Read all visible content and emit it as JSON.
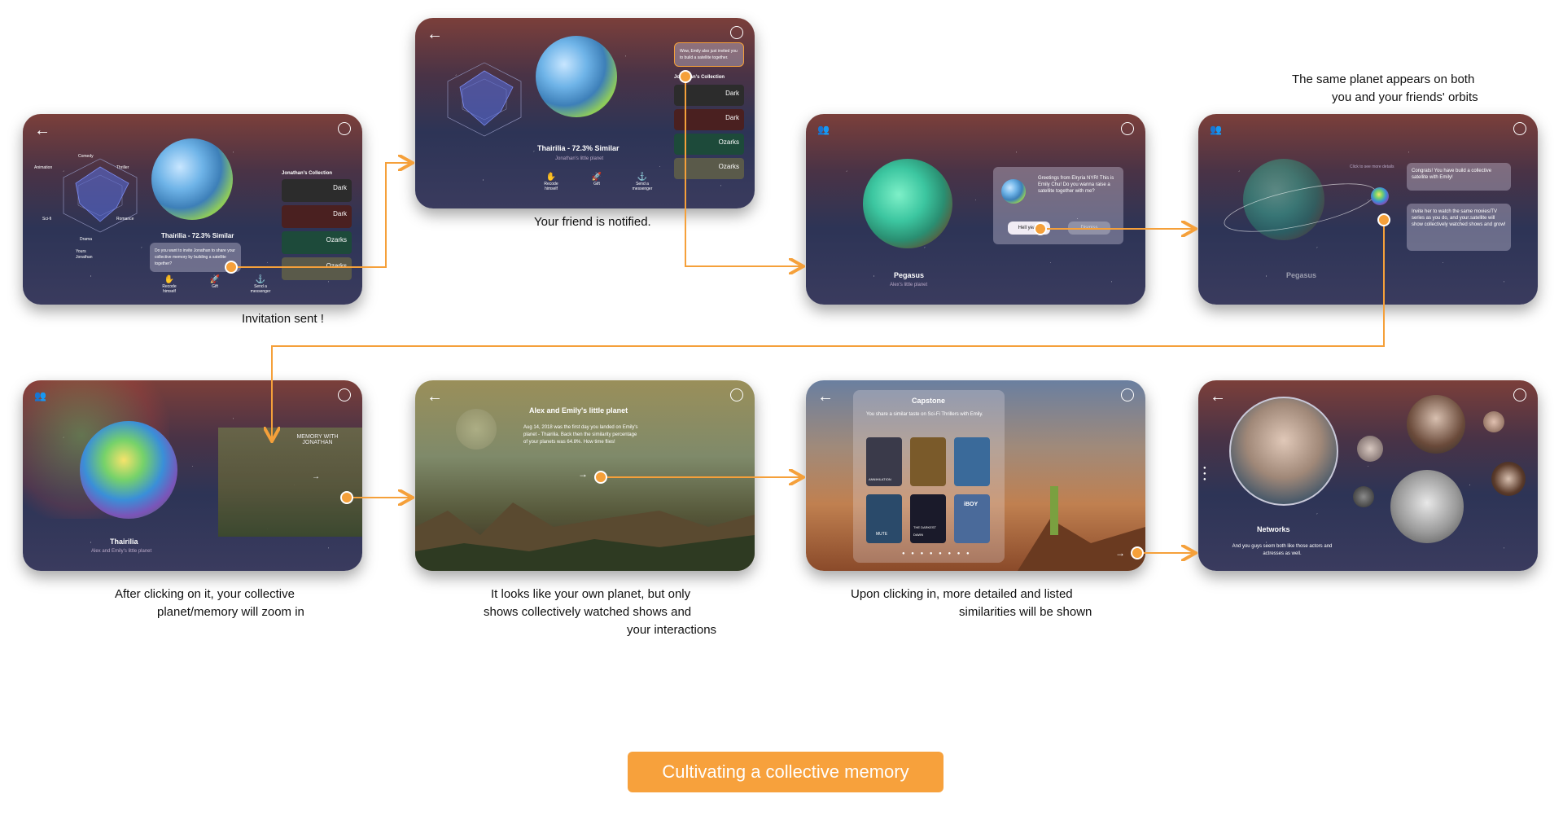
{
  "screens": {
    "s1": {
      "planet_title": "Thairilia - 72.3% Similar",
      "collection_title": "Jonathan's Collection",
      "radar_labels": [
        "Comedy",
        "Thriller",
        "Romance",
        "Drama",
        "Sci-fi",
        "Animation"
      ],
      "legend": [
        "Yours",
        "Jonathan"
      ],
      "invite_text": "Do you want to invite Jonathan to share your collective memory by building a satellite together?",
      "collection": [
        "Dark",
        "Dark",
        "Ozarks",
        "Ozarks"
      ],
      "actions": [
        "Recode himself",
        "Gift",
        "Send a messenger"
      ]
    },
    "s2": {
      "planet_title": "Thairilia - 72.3% Similar",
      "planet_subtitle": "Jonathan's little planet",
      "collection_title": "Jonathan's Collection",
      "notice": "Wow, Emily also just invited you to build a satellite together.",
      "collection": [
        "Dark",
        "Dark",
        "Ozarks",
        "Ozarks"
      ],
      "actions": [
        "Recode himself",
        "Gift",
        "Send a messenger"
      ]
    },
    "s3": {
      "planet_title": "Pegasus",
      "planet_subtitle": "Alex's little planet",
      "message": "Greetings from Elryria NYR! This is Emily Chu! Do you wanna raise a satellite together with me?",
      "accept": "Hell yeah!",
      "dismiss": "Dismiss"
    },
    "s4": {
      "planet_title": "Pegasus",
      "bubble1": "Congrats! You have build a collective satellite with Emily!",
      "bubble2": "Invite her to watch the same movies/TV series as you do, and your satellite will show collectively watched shows and grow!",
      "hint": "Click to see more details"
    },
    "s5": {
      "memory_title": "MEMORY WITH JONATHAN",
      "planet_title": "Thairilia",
      "planet_subtitle": "Alex and Emily's little planet"
    },
    "s6": {
      "title": "Alex and Emily's little planet",
      "body": "Aug 14, 2018 was the first day you landed on Emily's planet - Thairilia. Back then the similarity percentage of your planets was 64.8%. How time flies!"
    },
    "s7": {
      "title": "Capstone",
      "subtitle": "You share a similar taste on Sci-Fi Thrillers with Emily.",
      "posters": [
        "ANNIHILATION",
        "",
        "",
        "MUTE",
        "THE DARKEST DAWN",
        "iBOY"
      ]
    },
    "s8": {
      "title": "Networks",
      "body": "And you guys seem both like those actors and actresses as well."
    }
  },
  "captions": {
    "c1": "Invitation sent !",
    "c2": "Your friend is notified.",
    "c4a": "The same planet appears on both",
    "c4b": "you and your friends' orbits",
    "c5a": "After clicking on it, your collective",
    "c5b": "planet/memory will zoom in",
    "c6a": "It looks like your own planet, but only",
    "c6b": "shows collectively watched shows and",
    "c6c": "your interactions",
    "c7a": "Upon clicking in, more detailed and listed",
    "c7b": "similarities will be shown"
  },
  "cta": "Cultivating a  collective memory",
  "colors": {
    "accent": "#f5a03a"
  }
}
